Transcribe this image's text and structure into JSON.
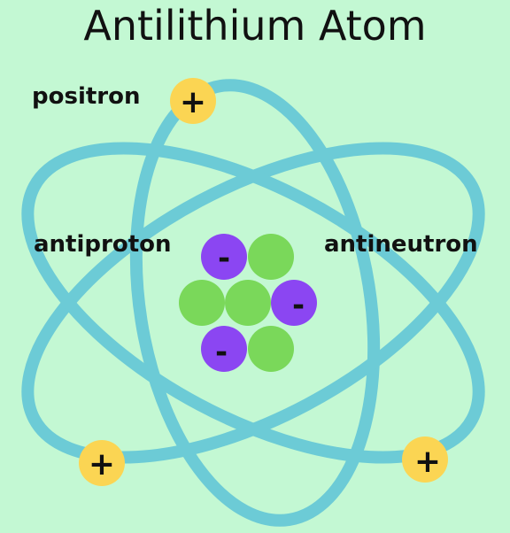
{
  "title": "Antilithium Atom",
  "labels": {
    "positron": "positron",
    "antiproton": "antiproton",
    "antineutron": "antineutron"
  },
  "symbols": {
    "positron_charge": "+",
    "antiproton_charge": "-"
  },
  "colors": {
    "background": "#c3f8d3",
    "orbit": "#6ccbd6",
    "positron": "#fbd553",
    "antiproton": "#8b46f2",
    "antineutron": "#7ad85a"
  },
  "counts": {
    "positrons": 3,
    "antiprotons": 3,
    "antineutrons": 4,
    "orbits": 3
  }
}
